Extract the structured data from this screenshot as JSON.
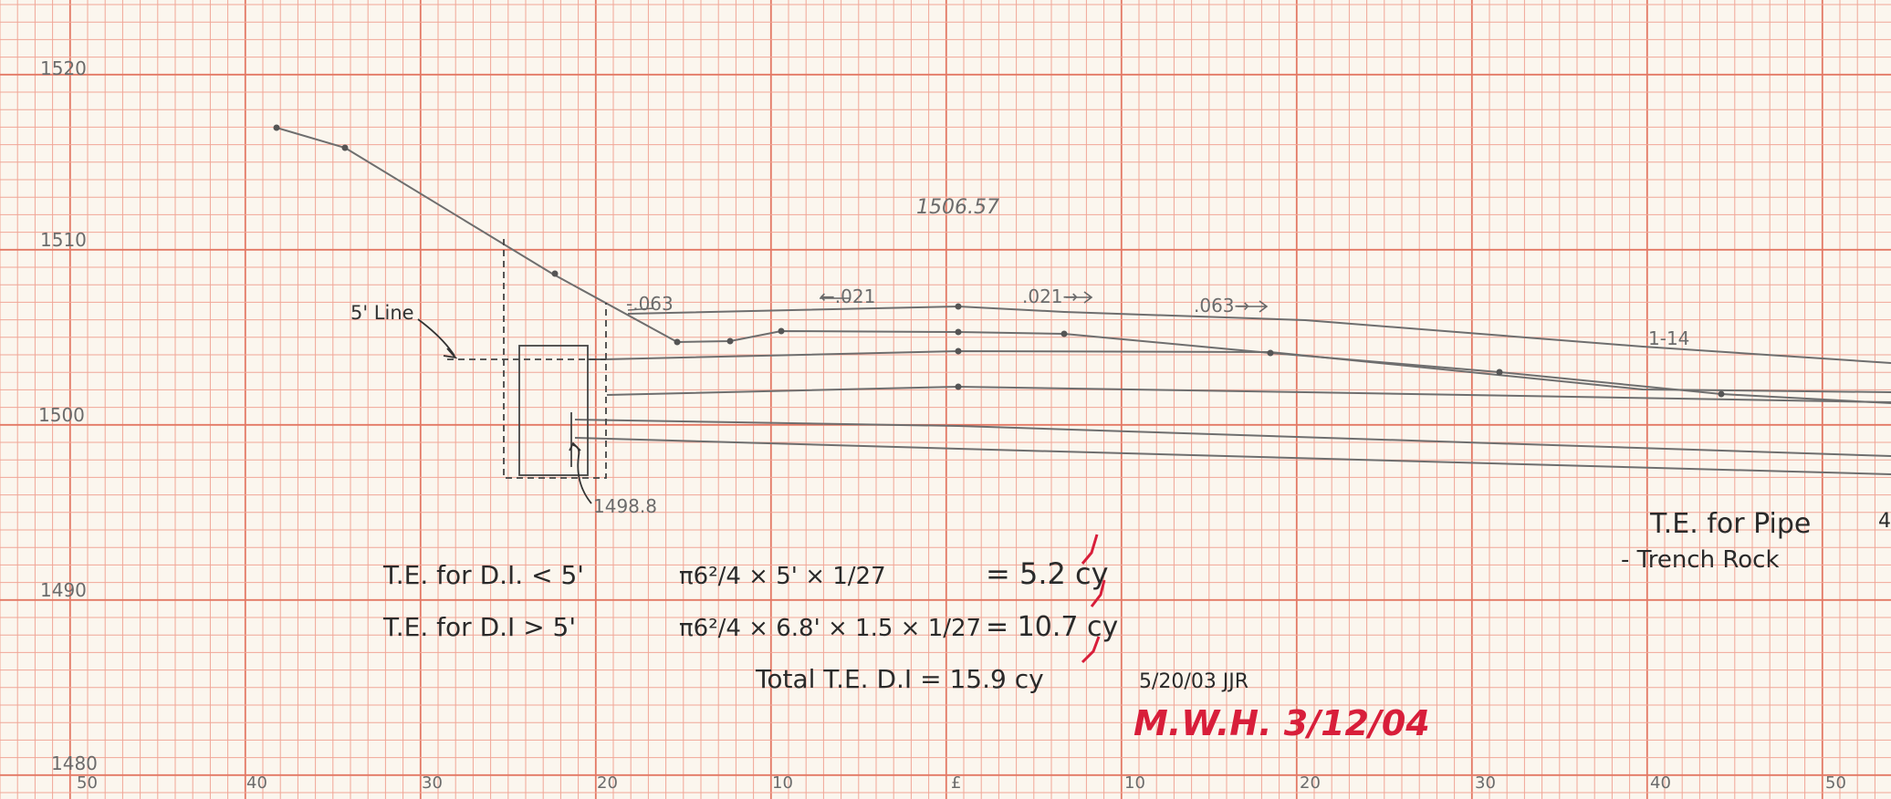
{
  "sheet": {
    "grid_color_minor": "#f0a697",
    "grid_color_major": "#e37864",
    "paper_color": "#fbf6ee",
    "ink_color": "#2a2a2a",
    "red_ink": "#d81e3a"
  },
  "elevations": [
    "1520",
    "1510",
    "1500",
    "1490",
    "1480"
  ],
  "stations": [
    "50",
    "40",
    "30",
    "20",
    "10",
    "£",
    "10",
    "20",
    "30",
    "40",
    "50"
  ],
  "profile": {
    "top_label": "1506.57",
    "five_ft_line": "5' Line",
    "elev_callout": "1498.8",
    "slopes": [
      "-.063",
      "←.021",
      ".021→",
      ".063→",
      "1-14"
    ]
  },
  "calcs": {
    "line1_label": "T.E. for D.I. < 5'",
    "line1_formula": "π6²/4 × 5' × 1/27",
    "line1_result": "= 5.2 cy",
    "line2_label": "T.E. for D.I > 5'",
    "line2_formula": "π6²/4 × 6.8' × 1.5 × 1/27",
    "line2_result": "= 10.7 cy",
    "total": "Total T.E. D.I = 15.9 cy",
    "initials": "5/20/03 JJR",
    "red_signoff": "M.W.H. 3/12/04"
  },
  "notes": {
    "right1": "T.E. for Pipe",
    "right2": "- Trench Rock",
    "edge_char": "4"
  }
}
